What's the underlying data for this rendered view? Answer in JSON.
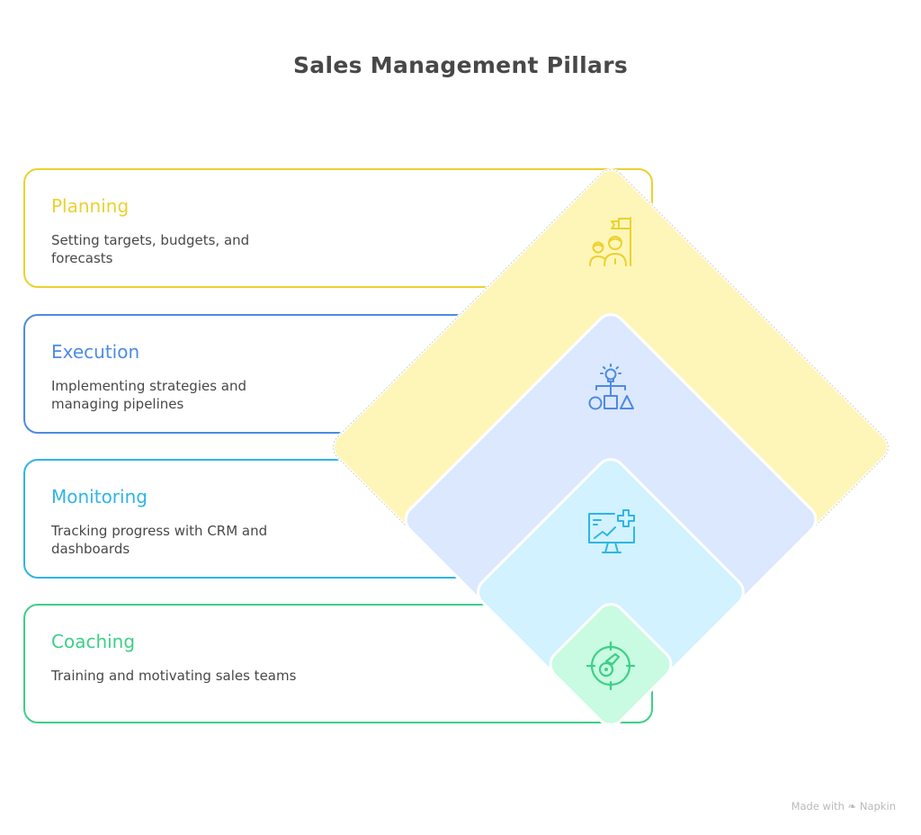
{
  "title": "Sales Management Pillars",
  "pillars": [
    {
      "name": "Planning",
      "description": "Setting targets, budgets, and forecasts",
      "icon": "team-flag-icon",
      "color": "#ecd12e",
      "fill": "#fef6b8"
    },
    {
      "name": "Execution",
      "description": "Implementing strategies and managing pipelines",
      "icon": "idea-hierarchy-icon",
      "color": "#4d8be3",
      "fill": "#dce8fd"
    },
    {
      "name": "Monitoring",
      "description": "Tracking progress with CRM and dashboards",
      "icon": "monitor-chart-plus-icon",
      "color": "#2fb5e6",
      "fill": "#d1f2fe"
    },
    {
      "name": "Coaching",
      "description": "Training and motivating sales teams",
      "icon": "target-key-icon",
      "color": "#3ecf88",
      "fill": "#c8fbe1"
    }
  ],
  "footer": {
    "text": "Made with ❧ Napkin"
  }
}
